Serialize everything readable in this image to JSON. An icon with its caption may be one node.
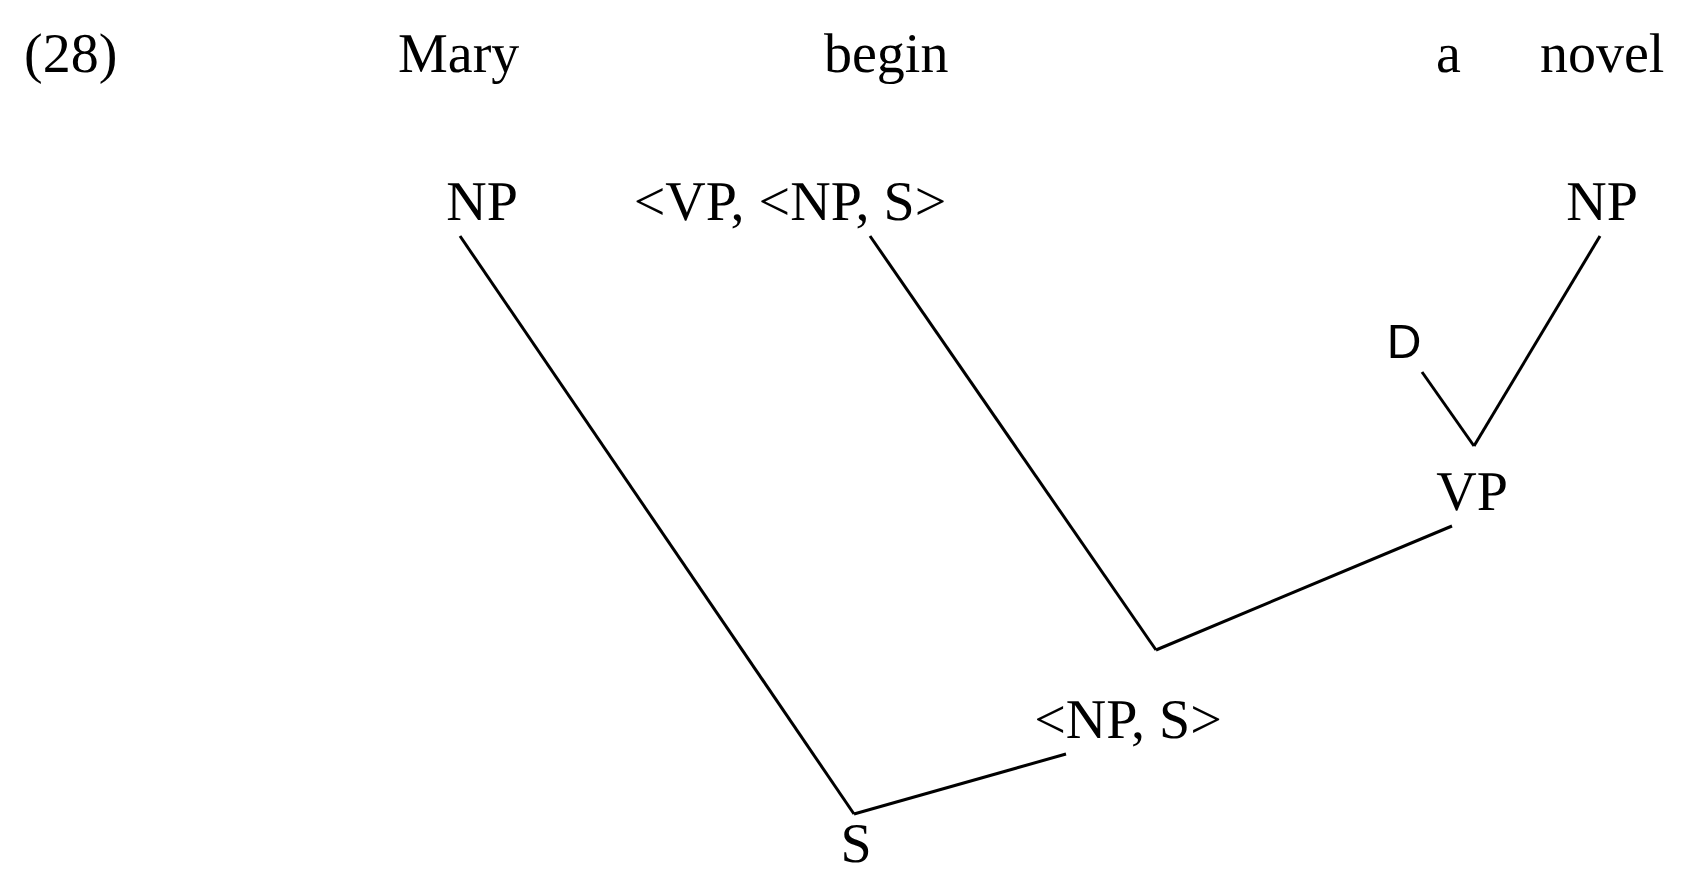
{
  "diagram": {
    "nodes": [
      {
        "text": [
          "NP"
        ]
      },
      {
        "text": [
          "<VP, <NP, S>"
        ]
      },
      {
        "text": [
          "NP"
        ]
      },
      {
        "text": [
          "D"
        ]
      },
      {
        "text": [
          "VP"
        ]
      },
      {
        "text": [
          "<NP, S>"
        ]
      },
      {
        "text": [
          "S"
        ]
      }
    ],
    "edges": [
      {
        "from": 0,
        "to": 6,
        "arrow": "none"
      },
      {
        "from": 5,
        "to": 6,
        "arrow": "none"
      },
      {
        "from": 1,
        "to": 5,
        "arrow": "none"
      },
      {
        "from": 4,
        "to": 5,
        "arrow": "none"
      },
      {
        "from": 3,
        "to": 4,
        "arrow": "none"
      },
      {
        "from": 2,
        "to": 4,
        "arrow": "none"
      }
    ],
    "labels": [
      "(28)",
      "Mary",
      "begin",
      "a",
      "novel"
    ]
  }
}
